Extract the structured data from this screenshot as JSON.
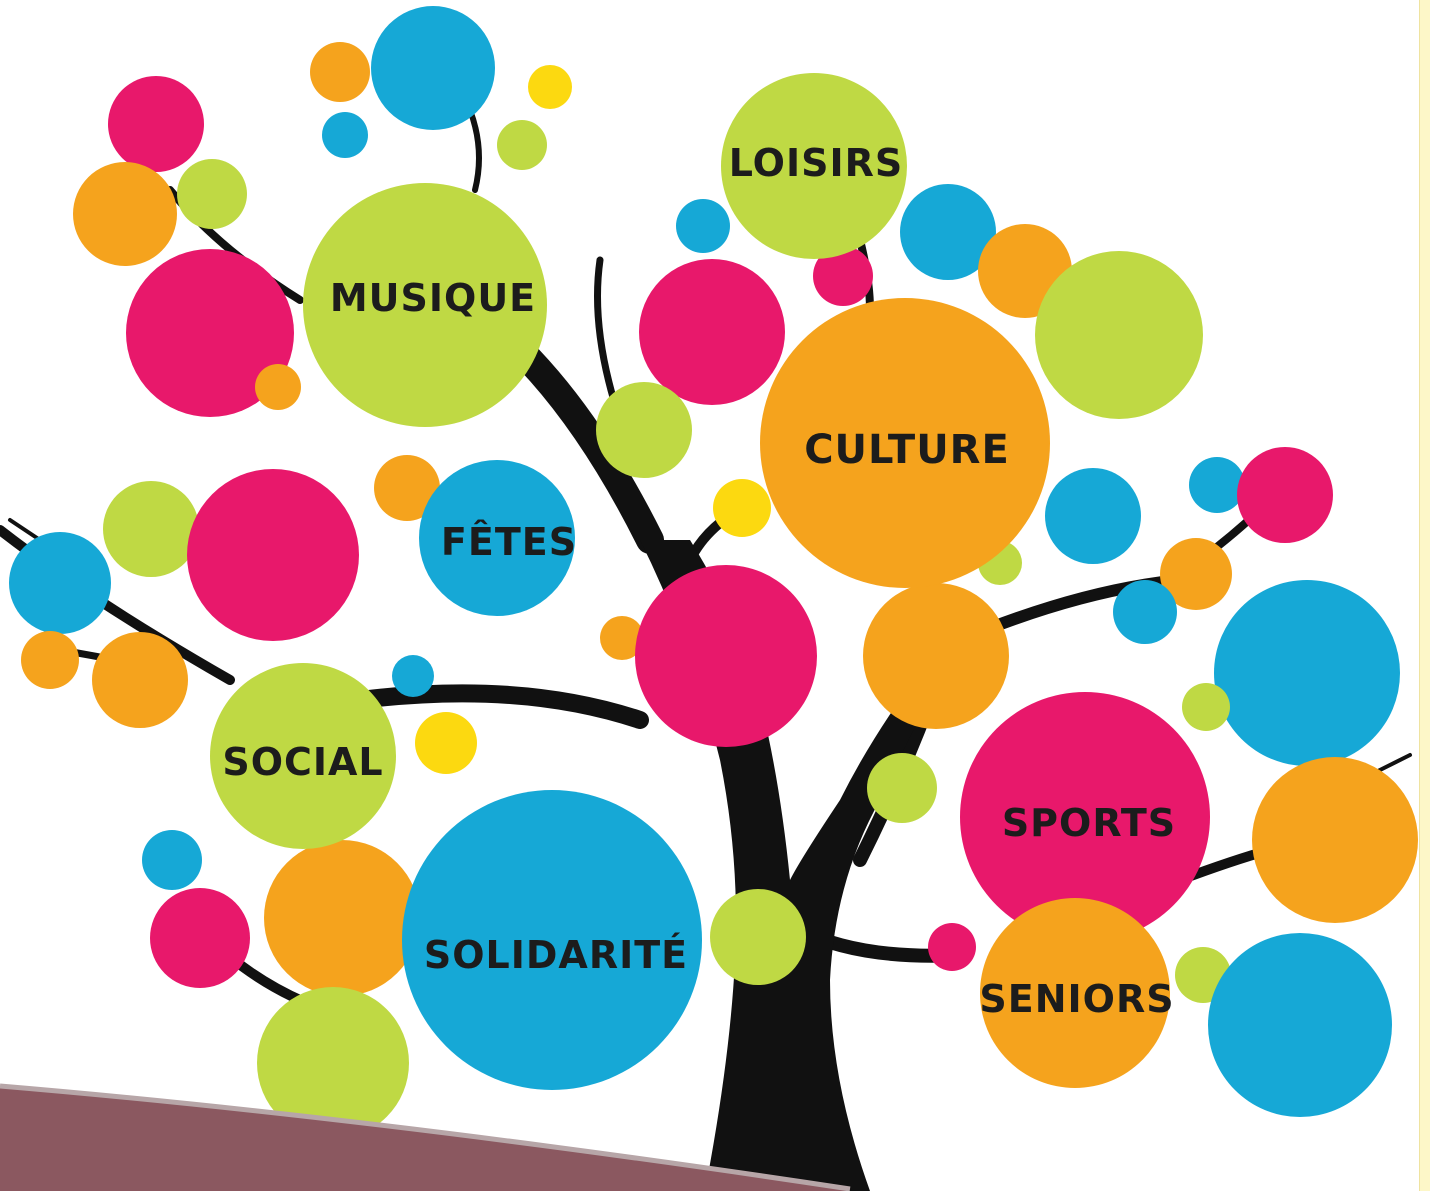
{
  "colors": {
    "green": "#bfd944",
    "pink": "#e8186b",
    "blue": "#16a8d6",
    "orange": "#f5a31d",
    "yellow": "#fcd910",
    "trunk": "#111111",
    "footer": "#8b5860",
    "label": "#1c1c1c"
  },
  "labels": {
    "musique": "MUSIQUE",
    "loisirs": "LOISIRS",
    "culture": "CULTURE",
    "fetes": "FÊTES",
    "social": "SOCIAL",
    "sports": "SPORTS",
    "solidarite": "SOLIDARITÉ",
    "seniors": "SENIORS"
  }
}
